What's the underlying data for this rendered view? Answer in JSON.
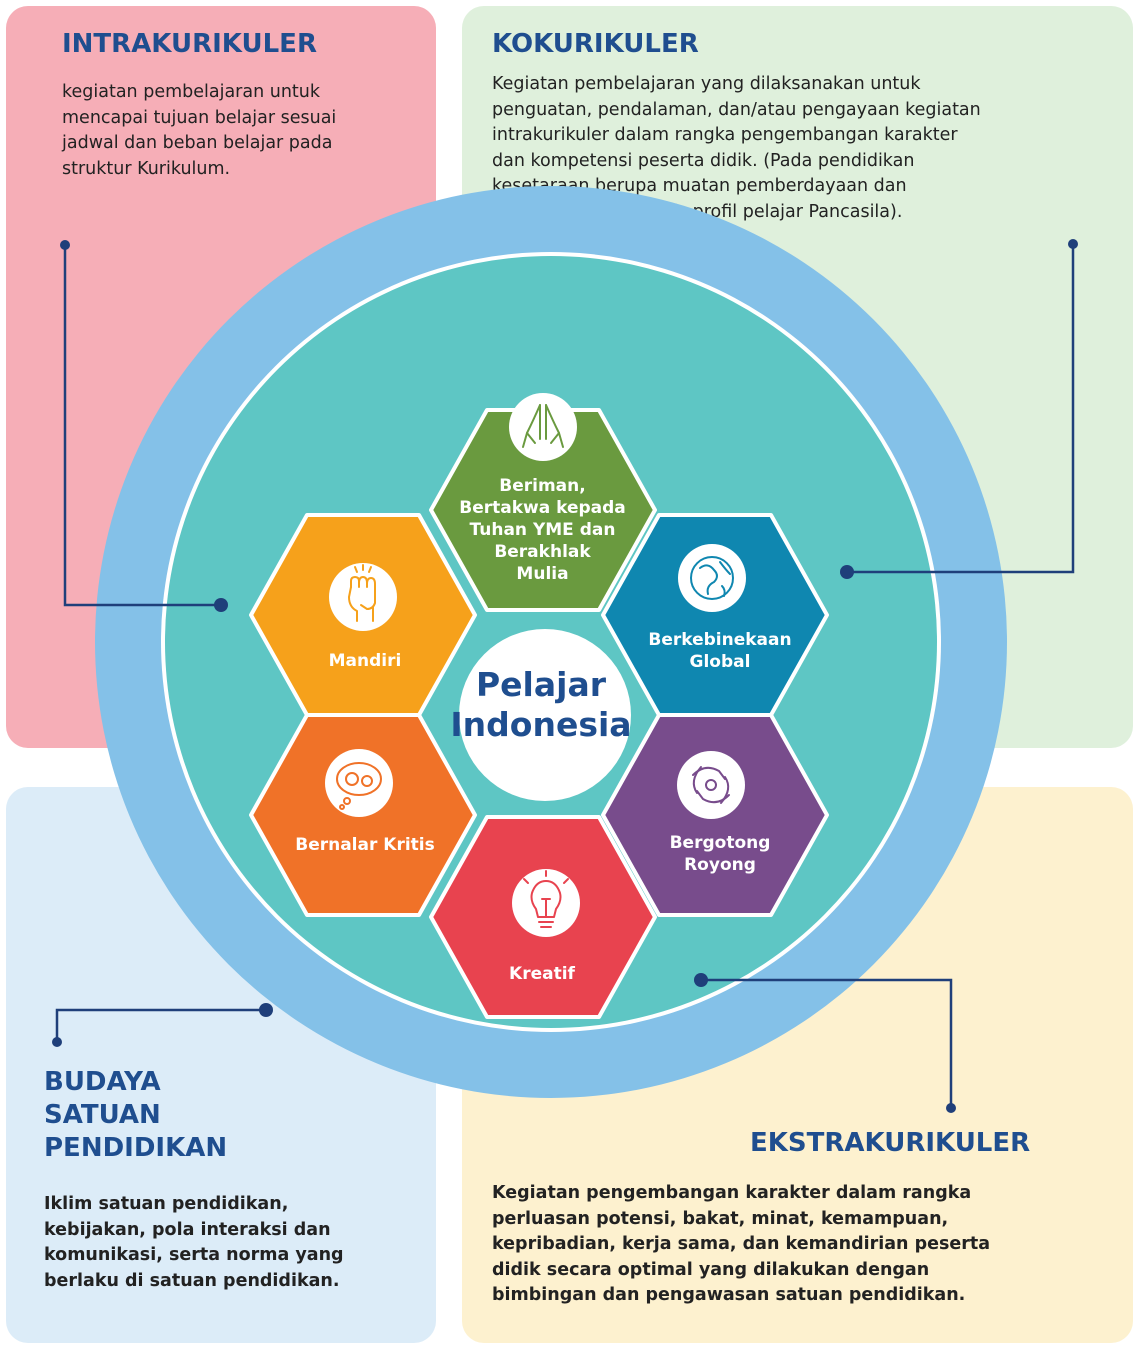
{
  "panels": {
    "intrakurikuler": {
      "title": "INTRAKURIKULER",
      "text": "kegiatan pembelajaran untuk\nmencapai tujuan belajar sesuai\njadwal dan beban belajar pada\nstruktur Kurikulum."
    },
    "kokurikuler": {
      "title": "KOKURIKULER",
      "text": "Kegiatan pembelajaran yang dilaksanakan untuk\npenguatan, pendalaman, dan/atau pengayaan kegiatan\nintrakurikuler dalam rangka pengembangan karakter\ndan kompetensi peserta didik. (Pada pendidikan\nkesetaraan berupa muatan pemberdayaan dan\nketerampilan berbasis profil pelajar Pancasila)."
    },
    "budaya": {
      "title": "BUDAYA\nSATUAN\nPENDIDIKAN",
      "text": "Iklim satuan pendidikan,\nkebijakan, pola interaksi dan\nkomunikasi, serta norma yang\nberlaku di satuan pendidikan."
    },
    "ekstrakurikuler": {
      "title": "EKSTRAKURIKULER",
      "text": "Kegiatan pengembangan karakter dalam rangka\nperluasan potensi, bakat, minat, kemampuan,\nkepribadian, kerja sama, dan kemandirian peserta\ndidik secara optimal yang dilakukan dengan\nbimbingan dan pengawasan satuan pendidikan."
    }
  },
  "center": {
    "title": "Pelajar\nIndonesia"
  },
  "dimensions": [
    {
      "label": "Beriman,\nBertakwa kepada\nTuhan YME dan\nBerakhlak\nMulia",
      "color": "#6a9a3f",
      "icon": "praying-hands-icon"
    },
    {
      "label": "Berkebinekaan\nGlobal",
      "color": "#0f87b0",
      "icon": "globe-icon"
    },
    {
      "label": "Bergotong\nRoyong",
      "color": "#784c8c",
      "icon": "joined-hands-icon"
    },
    {
      "label": "Kreatif",
      "color": "#e8434f",
      "icon": "lightbulb-icon"
    },
    {
      "label": "Bernalar Kritis",
      "color": "#f07228",
      "icon": "thinking-gears-icon"
    },
    {
      "label": "Mandiri",
      "color": "#f6a11b",
      "icon": "raised-fist-icon"
    }
  ],
  "colors": {
    "outer_ring": "#84c1e8",
    "inner_disc": "#5ec6c4",
    "title_blue": "#1f4e8f",
    "connector": "#1f3f7a"
  }
}
